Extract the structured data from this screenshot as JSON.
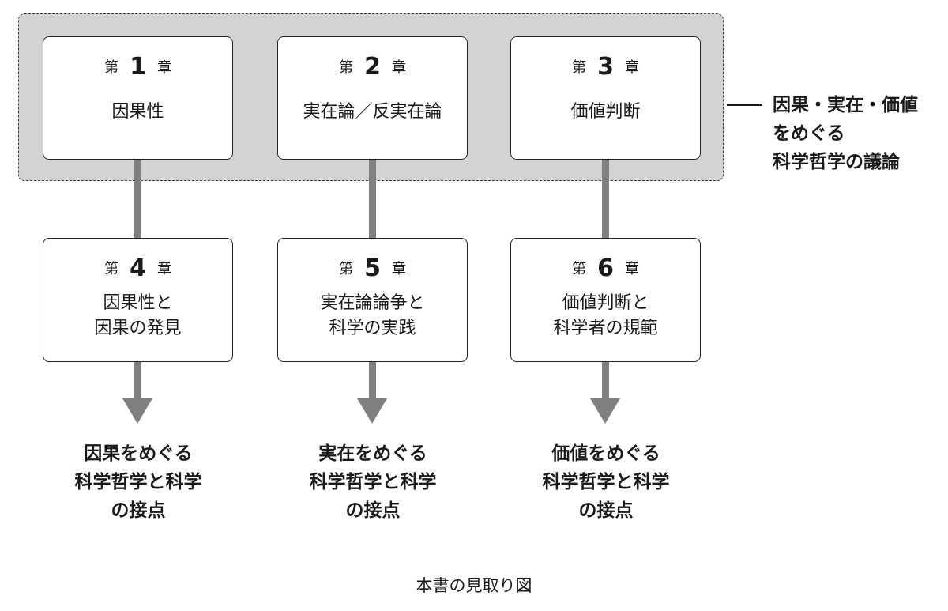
{
  "note": {
    "lines": [
      "因果・実在・価値",
      "をめぐる",
      "科学哲学の議論"
    ]
  },
  "chapters": [
    {
      "prefix": "第",
      "number": "1",
      "suffix": "章",
      "title": [
        "因果性"
      ]
    },
    {
      "prefix": "第",
      "number": "2",
      "suffix": "章",
      "title": [
        "実在論／反実在論"
      ]
    },
    {
      "prefix": "第",
      "number": "3",
      "suffix": "章",
      "title": [
        "価値判断"
      ]
    },
    {
      "prefix": "第",
      "number": "4",
      "suffix": "章",
      "title": [
        "因果性と",
        "因果の発見"
      ]
    },
    {
      "prefix": "第",
      "number": "5",
      "suffix": "章",
      "title": [
        "実在論論争と",
        "科学の実践"
      ]
    },
    {
      "prefix": "第",
      "number": "6",
      "suffix": "章",
      "title": [
        "価値判断と",
        "科学者の規範"
      ]
    }
  ],
  "outcomes": [
    {
      "lines": [
        "因果をめぐる",
        "科学哲学と科学",
        "の接点"
      ]
    },
    {
      "lines": [
        "実在をめぐる",
        "科学哲学と科学",
        "の接点"
      ]
    },
    {
      "lines": [
        "価値をめぐる",
        "科学哲学と科学",
        "の接点"
      ]
    }
  ],
  "caption": "本書の見取り図",
  "colors": {
    "group_band": "#d3d3d3",
    "connector": "#808080",
    "box_fill": "#ffffff",
    "box_border": "#222222",
    "text": "#1a1a1a"
  }
}
